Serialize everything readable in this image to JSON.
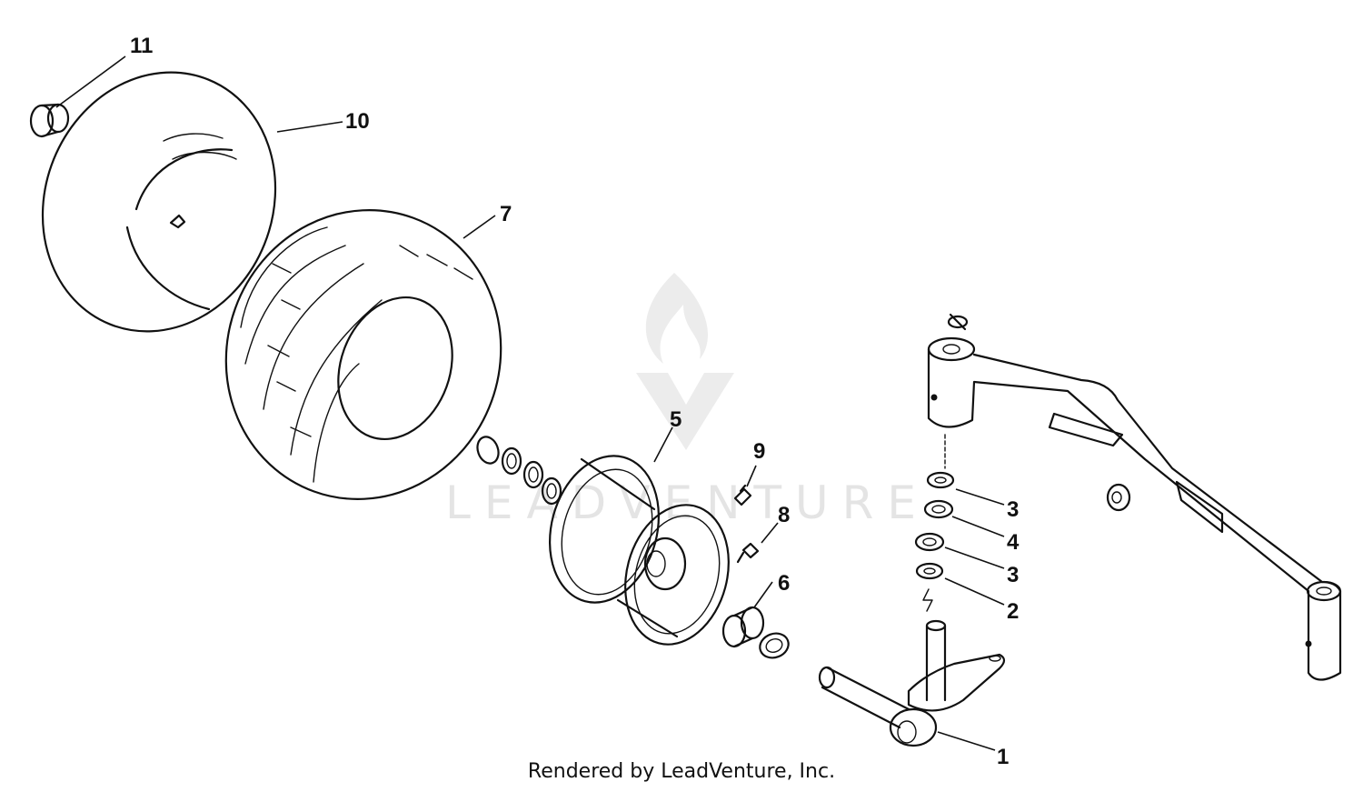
{
  "watermark": {
    "text": "LEADVENTURE"
  },
  "footer": {
    "credit": "Rendered by LeadVenture, Inc."
  },
  "callouts": {
    "c1": "1",
    "c2": "2",
    "c3a": "3",
    "c3b": "3",
    "c4": "4",
    "c5": "5",
    "c6": "6",
    "c7": "7",
    "c8": "8",
    "c9": "9",
    "c10": "10",
    "c11": "11"
  }
}
